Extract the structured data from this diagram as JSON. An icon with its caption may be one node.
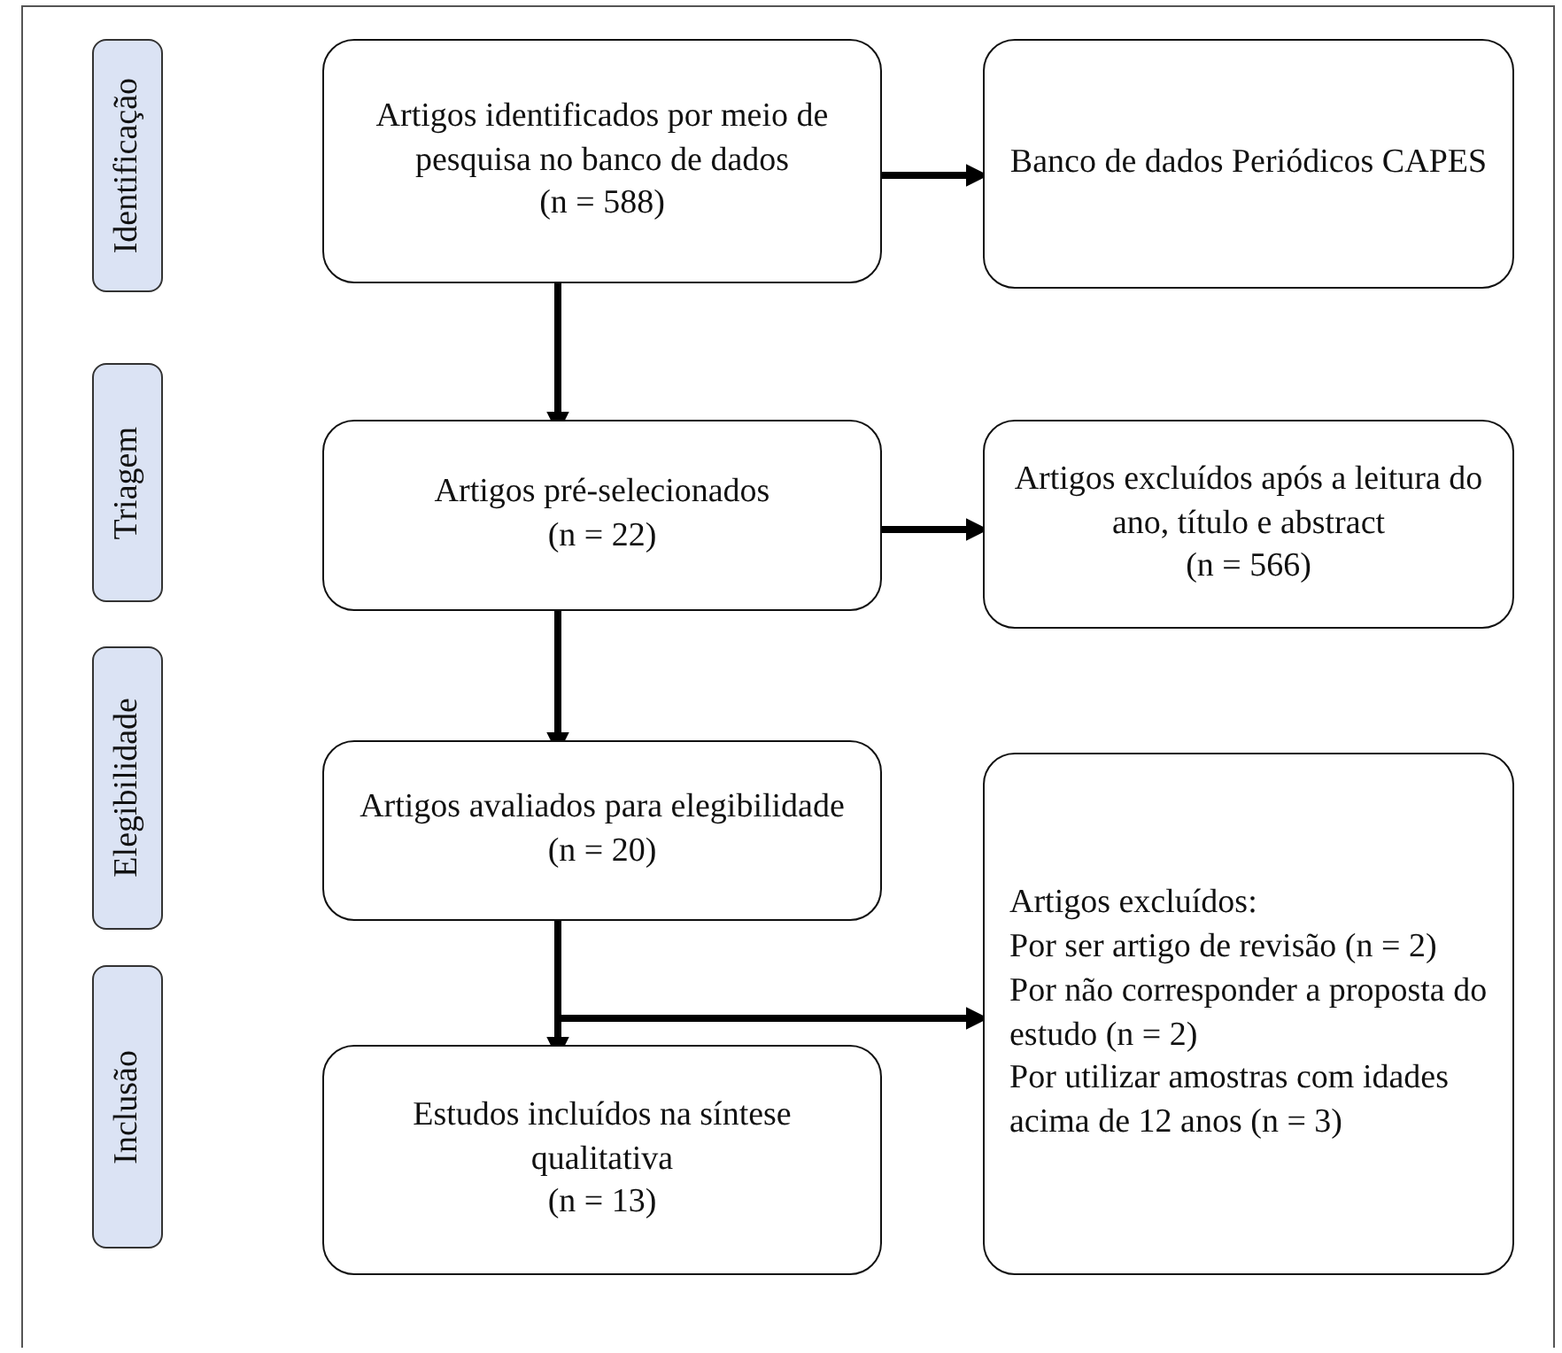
{
  "diagram": {
    "nodes": [
      {
        "text": [
          "Identificação"
        ]
      },
      {
        "text": [
          "Triagem"
        ]
      },
      {
        "text": [
          "Elegibilidade"
        ]
      },
      {
        "text": [
          "Inclusão"
        ]
      },
      {
        "text": [
          "Artigos identificados por meio de pesquisa no banco de dados",
          "(n = 588)"
        ]
      },
      {
        "text": [
          "Banco de dados Periódicos CAPES"
        ]
      },
      {
        "text": [
          "Artigos pré-selecionados",
          "(n = 22)"
        ]
      },
      {
        "text": [
          "Artigos excluídos após a leitura do ano, título e abstract",
          "(n = 566)"
        ]
      },
      {
        "text": [
          "Artigos avaliados para elegibilidade",
          "(n = 20)"
        ]
      },
      {
        "text": [
          "Artigos excluídos:",
          "Por ser artigo de revisão (n = 2)",
          "Por não corresponder a proposta do estudo (n = 2)",
          "Por utilizar amostras com idades acima de 12 anos (n = 3)"
        ]
      },
      {
        "text": [
          "Estudos incluídos na síntese qualitativa",
          "(n = 13)"
        ]
      }
    ],
    "edges": [
      {
        "from": 4,
        "to": 5,
        "arrow": "to"
      },
      {
        "from": 4,
        "to": 6,
        "arrow": "to"
      },
      {
        "from": 6,
        "to": 7,
        "arrow": "to"
      },
      {
        "from": 6,
        "to": 8,
        "arrow": "to"
      },
      {
        "from": 8,
        "to": 10,
        "arrow": "to"
      },
      {
        "from": 8,
        "to": 9,
        "arrow": "to"
      }
    ]
  }
}
